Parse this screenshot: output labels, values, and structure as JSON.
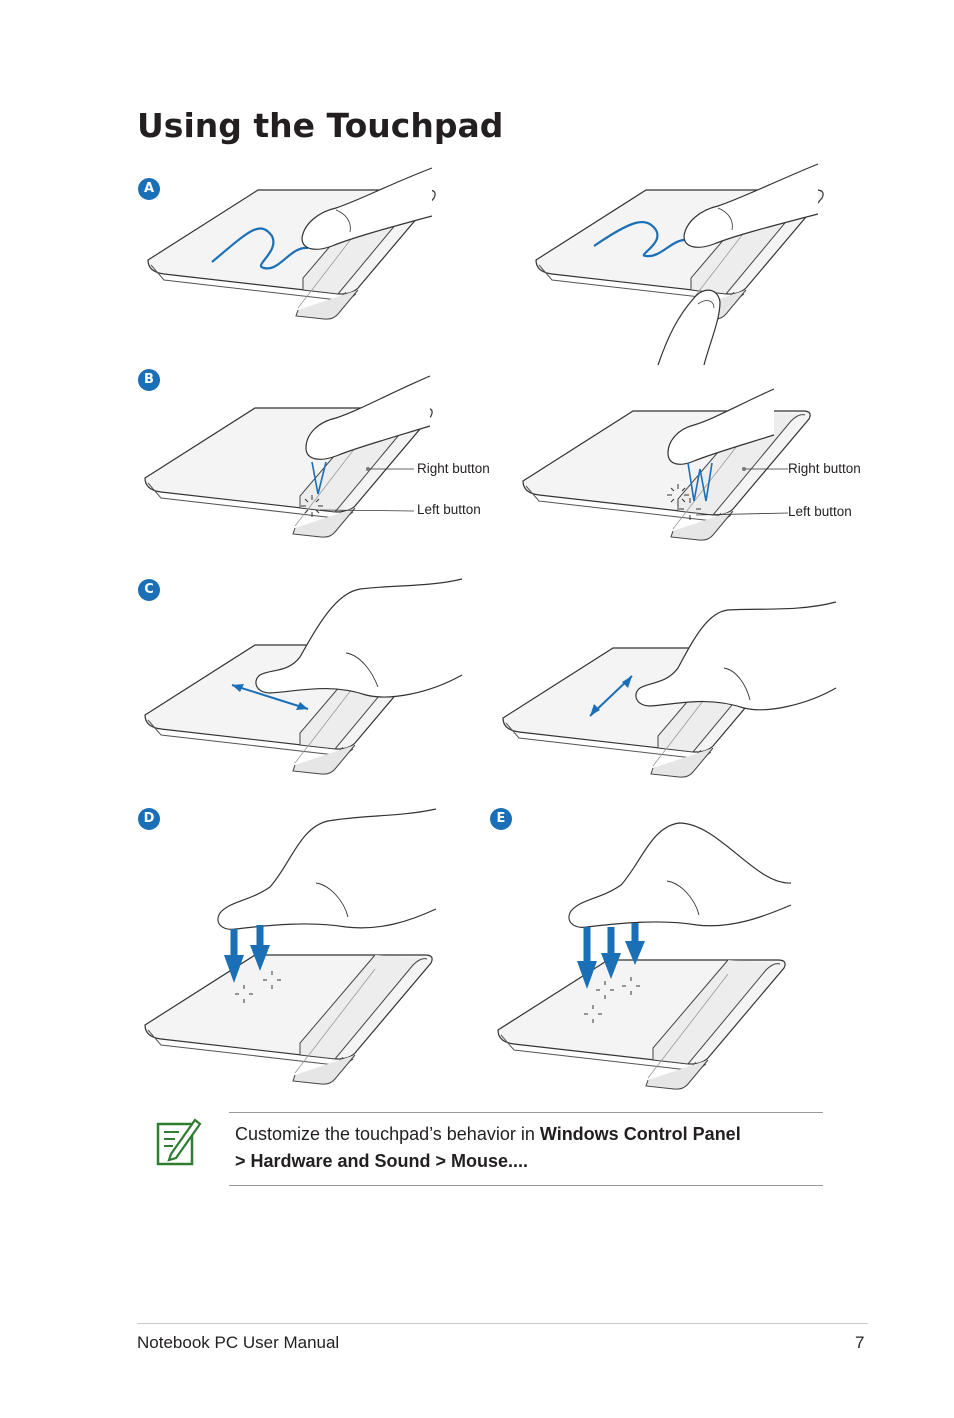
{
  "page_title": "Using the Touchpad",
  "sections": {
    "a": "A",
    "b": "B",
    "c": "C",
    "d": "D",
    "e": "E"
  },
  "labels": {
    "right_button_1": "Right button",
    "left_button_1": "Left button",
    "right_button_2": "Right button",
    "left_button_2": "Left button"
  },
  "note": {
    "icon": "note-pencil-icon",
    "text_intro": "Customize the touchpad’s behavior in ",
    "text_bold_1": "Windows Control Panel",
    "text_bold_2": "> Hardware and Sound > Mouse...."
  },
  "footer": {
    "manual_title": "Notebook PC User Manual",
    "page_number": "7"
  },
  "colors": {
    "accent_blue": "#1a6fb7",
    "note_green": "#2e7d32"
  }
}
